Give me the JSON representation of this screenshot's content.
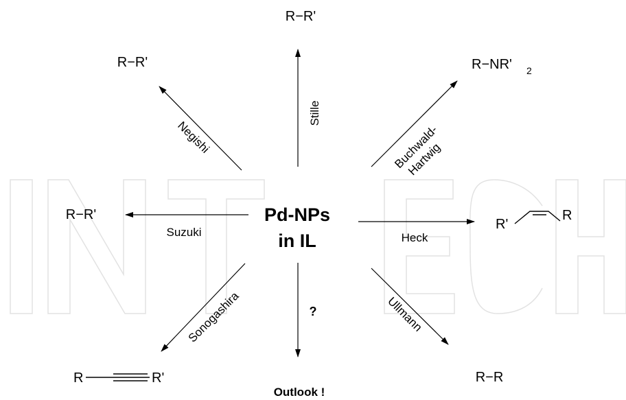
{
  "center": {
    "line1": "Pd-NPs",
    "line2": "in IL"
  },
  "reactions": {
    "stille": {
      "label": "Stille",
      "product": "R−R'"
    },
    "negishi": {
      "label": "Negishi",
      "product": "R−R'"
    },
    "buchwald": {
      "label_line1": "Buchwald-",
      "label_line2": "Hartwig",
      "product_main": "R−NR'",
      "product_sub": "2"
    },
    "suzuki": {
      "label": "Suzuki",
      "product": "R−R'"
    },
    "heck": {
      "label": "Heck",
      "product_r_left": "R'",
      "product_r_right": "R"
    },
    "sonogashira": {
      "label": "Sonogashira",
      "product_r_left": "R",
      "product_r_right": "R'"
    },
    "ullmann": {
      "label": "Ullmann",
      "product": "R−R"
    },
    "outlook": {
      "label": "?",
      "product": "Outlook !"
    }
  },
  "watermark": {
    "text": "INTECH"
  }
}
